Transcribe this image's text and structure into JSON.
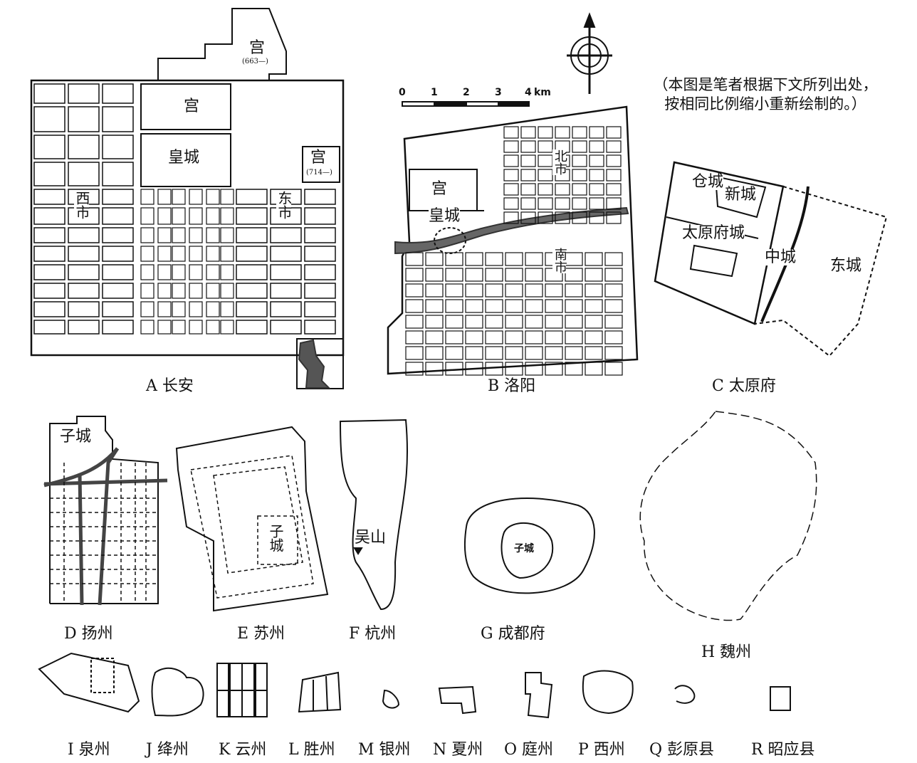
{
  "note": {
    "line1": "（本图是笔者根据下文所列出处，",
    "line2": "按相同比例缩小重新绘制的。）"
  },
  "scale": {
    "ticks": [
      "0",
      "1",
      "2",
      "3",
      "4"
    ],
    "unit": "km"
  },
  "compass": {
    "icon": "north-arrow-icon"
  },
  "maps": {
    "A": {
      "caption": "A 长安",
      "palace_top": "宫",
      "palace_top_date": "(663—)",
      "palace": "宫",
      "imperial_city": "皇城",
      "palace_east": "宫",
      "palace_east_date": "(714—)",
      "west_market": "西市",
      "east_market": "东市"
    },
    "B": {
      "caption": "B 洛阳",
      "palace": "宫",
      "imperial_city": "皇城",
      "north_market": "北市",
      "south_market": "南市"
    },
    "C": {
      "caption": "C 太原府",
      "granary_city": "仓城",
      "new_city": "新城",
      "taiyuan_city": "太原府城",
      "middle_city": "中城",
      "east_city": "东城"
    },
    "D": {
      "caption": "D 扬州",
      "inner_city": "子城"
    },
    "E": {
      "caption": "E 苏州",
      "inner_city": "子城"
    },
    "F": {
      "caption": "F 杭州",
      "wushan": "吴山"
    },
    "G": {
      "caption": "G 成都府",
      "inner_city": "子城"
    },
    "H": {
      "caption": "H 魏州"
    }
  },
  "small_maps": [
    "I 泉州",
    "J 绛州",
    "K 云州",
    "L 胜州",
    "M 银州",
    "N 夏州",
    "O 庭州",
    "P 西州",
    "Q 彭原县",
    "R 昭应县"
  ]
}
